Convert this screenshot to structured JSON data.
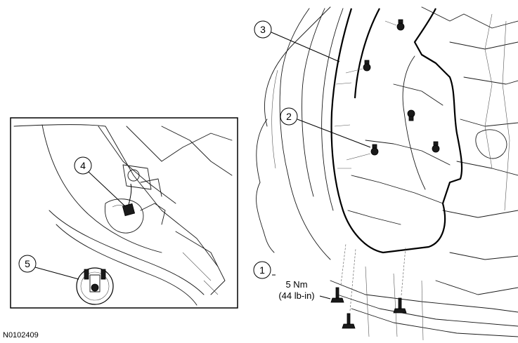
{
  "callouts": [
    {
      "label": "1"
    },
    {
      "label": "2"
    },
    {
      "label": "3"
    },
    {
      "label": "4"
    },
    {
      "label": "5"
    }
  ],
  "torque": {
    "line1": "5 Nm",
    "line2": "(44 lb-in)"
  },
  "figure_id": "N0102409",
  "icons": {
    "fastener": "bolt-icon",
    "clip": "push-pin-icon",
    "bulb": "bulb-socket-icon"
  }
}
